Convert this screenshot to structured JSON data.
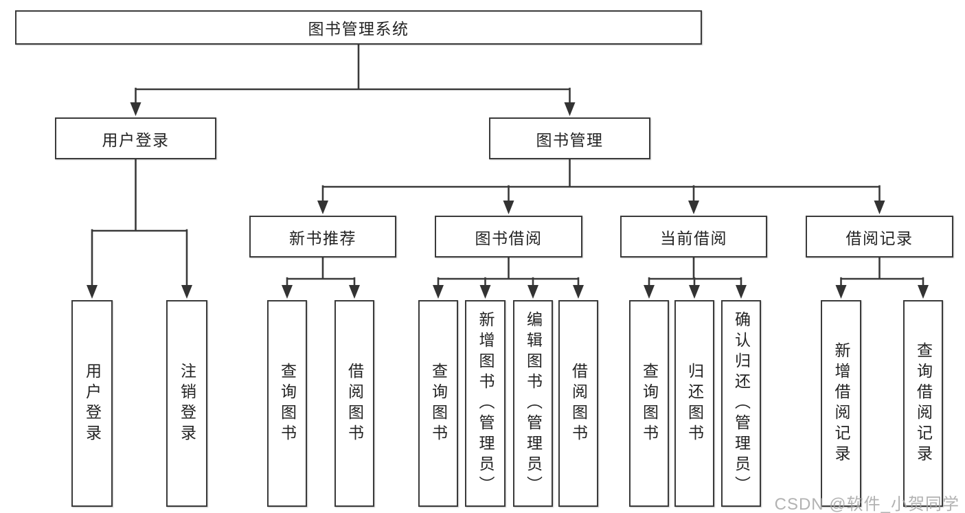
{
  "tree": {
    "label": "图书管理系统",
    "children": [
      {
        "label": "用户登录",
        "children": [
          {
            "label": "用户登录"
          },
          {
            "label": "注销登录"
          }
        ]
      },
      {
        "label": "图书管理",
        "children": [
          {
            "label": "新书推荐",
            "children": [
              {
                "label": "查询图书"
              },
              {
                "label": "借阅图书"
              }
            ]
          },
          {
            "label": "图书借阅",
            "children": [
              {
                "label": "查询图书"
              },
              {
                "label": "新增图书（管理员）"
              },
              {
                "label": "编辑图书（管理员）"
              },
              {
                "label": "借阅图书"
              }
            ]
          },
          {
            "label": "当前借阅",
            "children": [
              {
                "label": "查询图书"
              },
              {
                "label": "归还图书"
              },
              {
                "label": "确认归还（管理员）"
              }
            ]
          },
          {
            "label": "借阅记录",
            "children": [
              {
                "label": "新增借阅记录"
              },
              {
                "label": "查询借阅记录"
              }
            ]
          }
        ]
      }
    ]
  },
  "watermark": "CSDN @软件_小贺同学",
  "colors": {
    "line": "#3a3a3a",
    "box_border": "#3a3a3a",
    "text": "#232323",
    "watermark": "#b3b3b3",
    "background": "#ffffff"
  }
}
